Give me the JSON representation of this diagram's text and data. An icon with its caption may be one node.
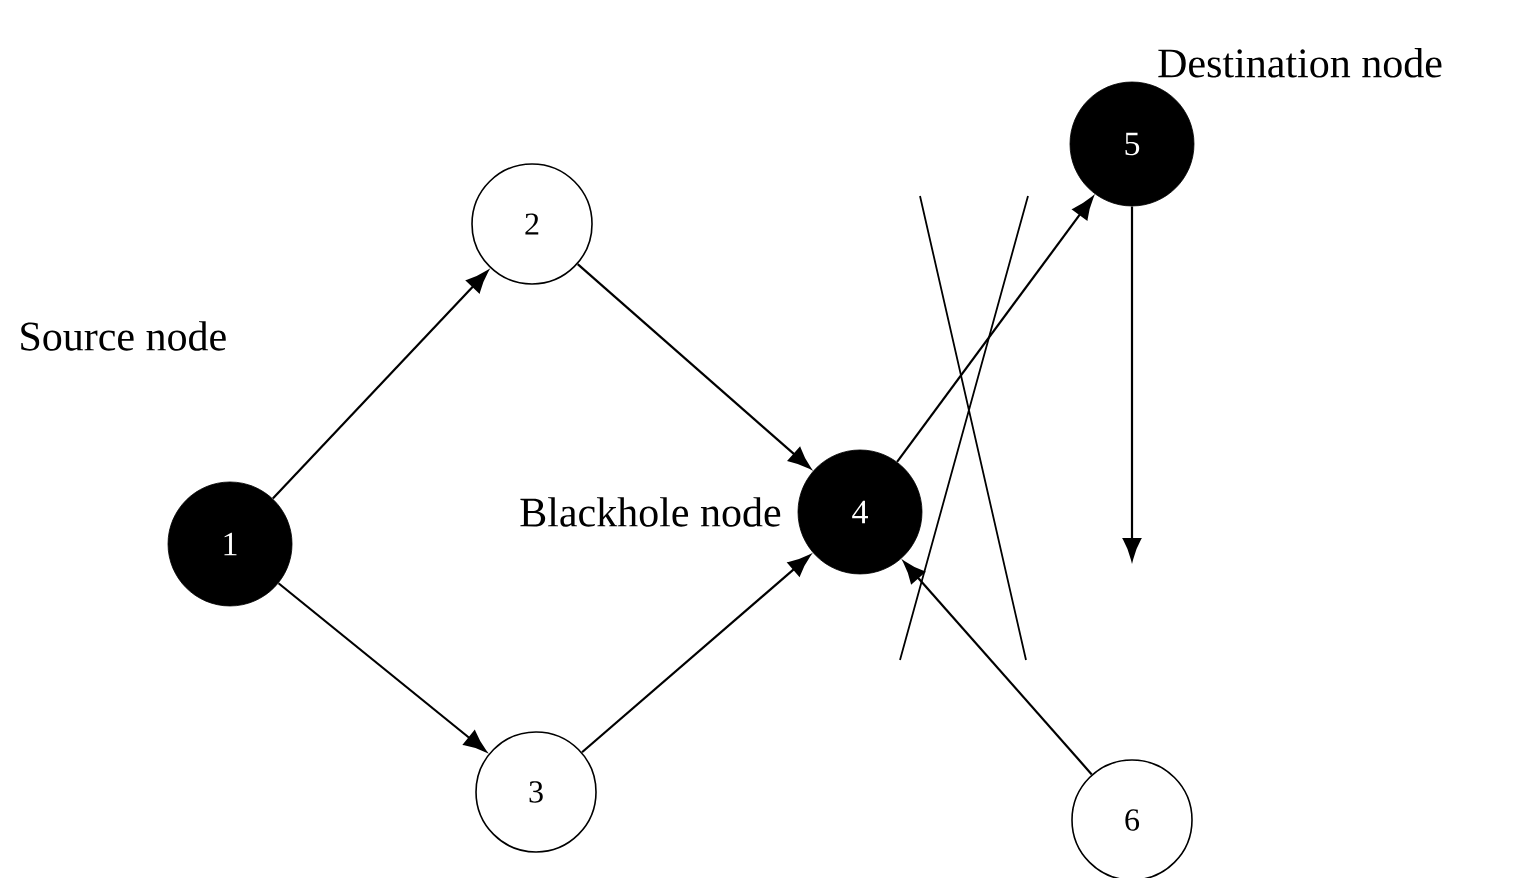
{
  "diagram": {
    "nodes": [
      {
        "text": [
          "1"
        ],
        "beside": [
          "Source node"
        ]
      },
      {
        "text": [
          "2"
        ]
      },
      {
        "text": [
          "3"
        ]
      },
      {
        "text": [
          "4"
        ],
        "beside": [
          "Blackhole node"
        ]
      },
      {
        "text": [
          "5"
        ],
        "beside": [
          "Destination node"
        ]
      },
      {
        "text": [
          "6"
        ]
      }
    ],
    "edges": [
      {
        "from": 0,
        "to": 1,
        "arrow": "to"
      },
      {
        "from": 1,
        "to": 3,
        "arrow": "to"
      },
      {
        "from": 0,
        "to": 2,
        "arrow": "to"
      },
      {
        "from": 2,
        "to": 3,
        "arrow": "to"
      },
      {
        "from": 3,
        "to": 4,
        "arrow": "to"
      },
      {
        "from": 4,
        "to": null,
        "arrow": "to"
      },
      {
        "from": 5,
        "to": 3,
        "arrow": "to"
      }
    ]
  }
}
